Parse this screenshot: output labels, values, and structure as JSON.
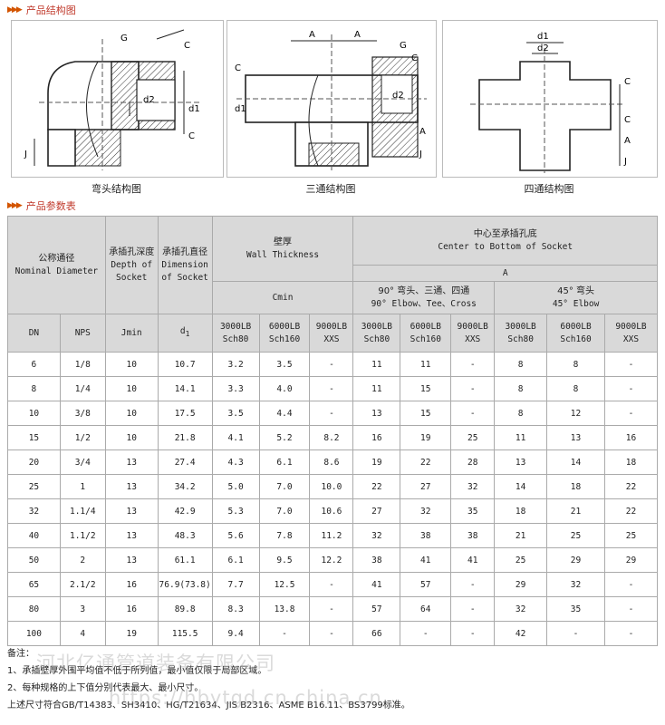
{
  "sections": {
    "structure_title": "产品结构图",
    "params_title": "产品参数表"
  },
  "diagrams": {
    "elbow_caption": "弯头结构图",
    "tee_caption": "三通结构图",
    "cross_caption": "四通结构图",
    "labels": {
      "G": "G",
      "C": "C",
      "d2": "d2",
      "d1": "d1",
      "J": "J",
      "A": "A"
    }
  },
  "table": {
    "header": {
      "nominal_cn": "公称通径",
      "nominal_en": "Nominal Diameter",
      "depth_cn": "承插孔深度",
      "depth_en1": "Depth of",
      "depth_en2": "Socket",
      "dim_cn": "承插孔直径",
      "dim_en1": "Dimension",
      "dim_en2": "of Socket",
      "wall_cn": "壁厚",
      "wall_en": "Wall Thickness",
      "cmin": "Cmin",
      "center_cn": "中心至承插孔底",
      "center_en": "Center to Bottom of Socket",
      "a": "A",
      "g90_cn": "90° 弯头、三通、四通",
      "g90_en": "90° Elbow、Tee、Cross",
      "g45_cn": "45° 弯头",
      "g45_en": "45° Elbow",
      "dn": "DN",
      "nps": "NPS",
      "jmin": "Jmin",
      "d1": "d",
      "d1_sub": "1",
      "c3000a": "3000LB",
      "c3000b": "Sch80",
      "c6000a": "6000LB",
      "c6000b": "Sch160",
      "c9000a": "9000LB",
      "c9000b": "XXS"
    },
    "rows": [
      [
        "6",
        "1/8",
        "10",
        "10.7",
        "3.2",
        "3.5",
        "-",
        "11",
        "11",
        "-",
        "8",
        "8",
        "-"
      ],
      [
        "8",
        "1/4",
        "10",
        "14.1",
        "3.3",
        "4.0",
        "-",
        "11",
        "15",
        "-",
        "8",
        "8",
        "-"
      ],
      [
        "10",
        "3/8",
        "10",
        "17.5",
        "3.5",
        "4.4",
        "-",
        "13",
        "15",
        "-",
        "8",
        "12",
        "-"
      ],
      [
        "15",
        "1/2",
        "10",
        "21.8",
        "4.1",
        "5.2",
        "8.2",
        "16",
        "19",
        "25",
        "11",
        "13",
        "16"
      ],
      [
        "20",
        "3/4",
        "13",
        "27.4",
        "4.3",
        "6.1",
        "8.6",
        "19",
        "22",
        "28",
        "13",
        "14",
        "18"
      ],
      [
        "25",
        "1",
        "13",
        "34.2",
        "5.0",
        "7.0",
        "10.0",
        "22",
        "27",
        "32",
        "14",
        "18",
        "22"
      ],
      [
        "32",
        "1.1/4",
        "13",
        "42.9",
        "5.3",
        "7.0",
        "10.6",
        "27",
        "32",
        "35",
        "18",
        "21",
        "22"
      ],
      [
        "40",
        "1.1/2",
        "13",
        "48.3",
        "5.6",
        "7.8",
        "11.2",
        "32",
        "38",
        "38",
        "21",
        "25",
        "25"
      ],
      [
        "50",
        "2",
        "13",
        "61.1",
        "6.1",
        "9.5",
        "12.2",
        "38",
        "41",
        "41",
        "25",
        "29",
        "29"
      ],
      [
        "65",
        "2.1/2",
        "16",
        "76.9(73.8)",
        "7.7",
        "12.5",
        "-",
        "41",
        "57",
        "-",
        "29",
        "32",
        "-"
      ],
      [
        "80",
        "3",
        "16",
        "89.8",
        "8.3",
        "13.8",
        "-",
        "57",
        "64",
        "-",
        "32",
        "35",
        "-"
      ],
      [
        "100",
        "4",
        "19",
        "115.5",
        "9.4",
        "-",
        "-",
        "66",
        "-",
        "-",
        "42",
        "-",
        "-"
      ]
    ]
  },
  "notes": {
    "title": "备注：",
    "n1": "1、承插壁厚外围平均值不低于所列值，最小值仅限于局部区域。",
    "n2": "2、每种规格的上下值分别代表最大、最小尺寸。",
    "n3": "上述尺寸符合GB/T14383、SH3410、HG/T21634、JIS B2316、ASME B16.11、BS3799标准。"
  },
  "watermark": {
    "company": "河北亿通管道装备有限公司",
    "site": "https://hbytgd.cn.china.cn"
  },
  "colors": {
    "accent": "#c0392b",
    "header_bg": "#d9d9d9",
    "border": "#aaaaaa"
  }
}
